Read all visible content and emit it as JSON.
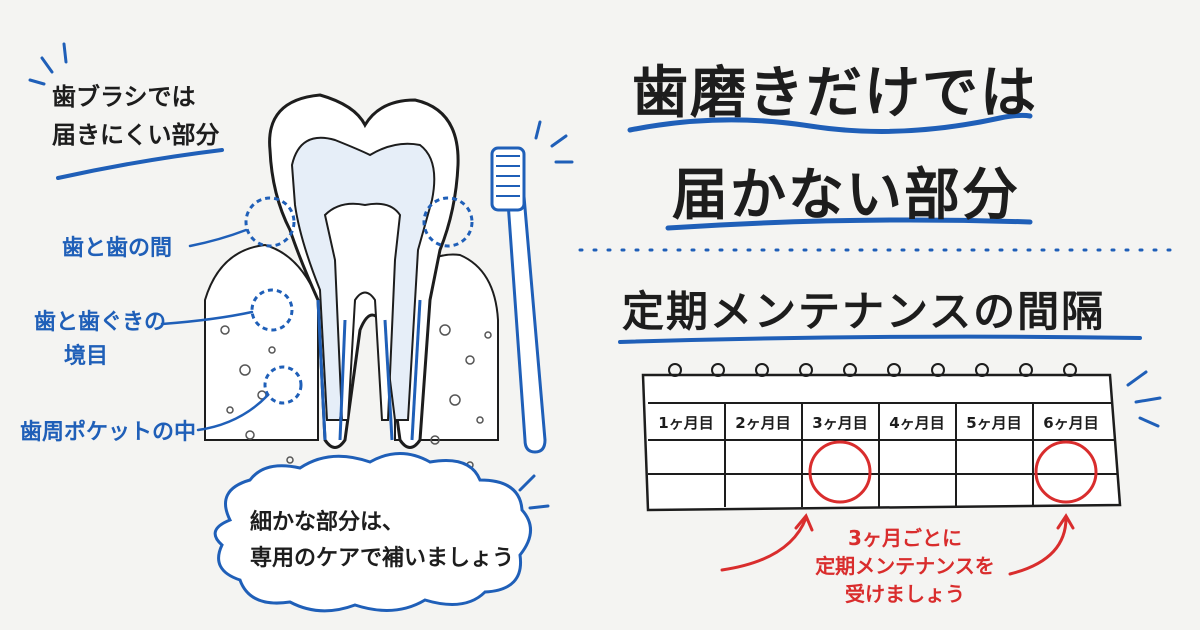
{
  "title": {
    "line1": "歯磨きだけでは",
    "line2": "届かない部分"
  },
  "subtitle": "定期メンテナンスの間隔",
  "note": {
    "line1": "歯ブラシでは",
    "line2": "届きにくい部分"
  },
  "labels": {
    "between_teeth": "歯と歯の間",
    "gum_line_1": "歯と歯ぐきの",
    "gum_line_2": "境目",
    "pocket": "歯周ポケットの中"
  },
  "cloud": {
    "line1": "細かな部分は、",
    "line2": "専用のケアで補いましょう"
  },
  "calendar": {
    "months": [
      "1ヶ月目",
      "2ヶ月目",
      "3ヶ月目",
      "4ヶ月目",
      "5ヶ月目",
      "6ヶ月目"
    ],
    "circled_months": [
      3,
      6
    ]
  },
  "maintenance_note": {
    "line1": "3ヶ月ごとに",
    "line2": "定期メンテナンスを",
    "line3": "受けましょう"
  },
  "colors": {
    "accent_blue": "#1f5fb8",
    "accent_red": "#d92d2d",
    "ink": "#1d1d1d"
  }
}
